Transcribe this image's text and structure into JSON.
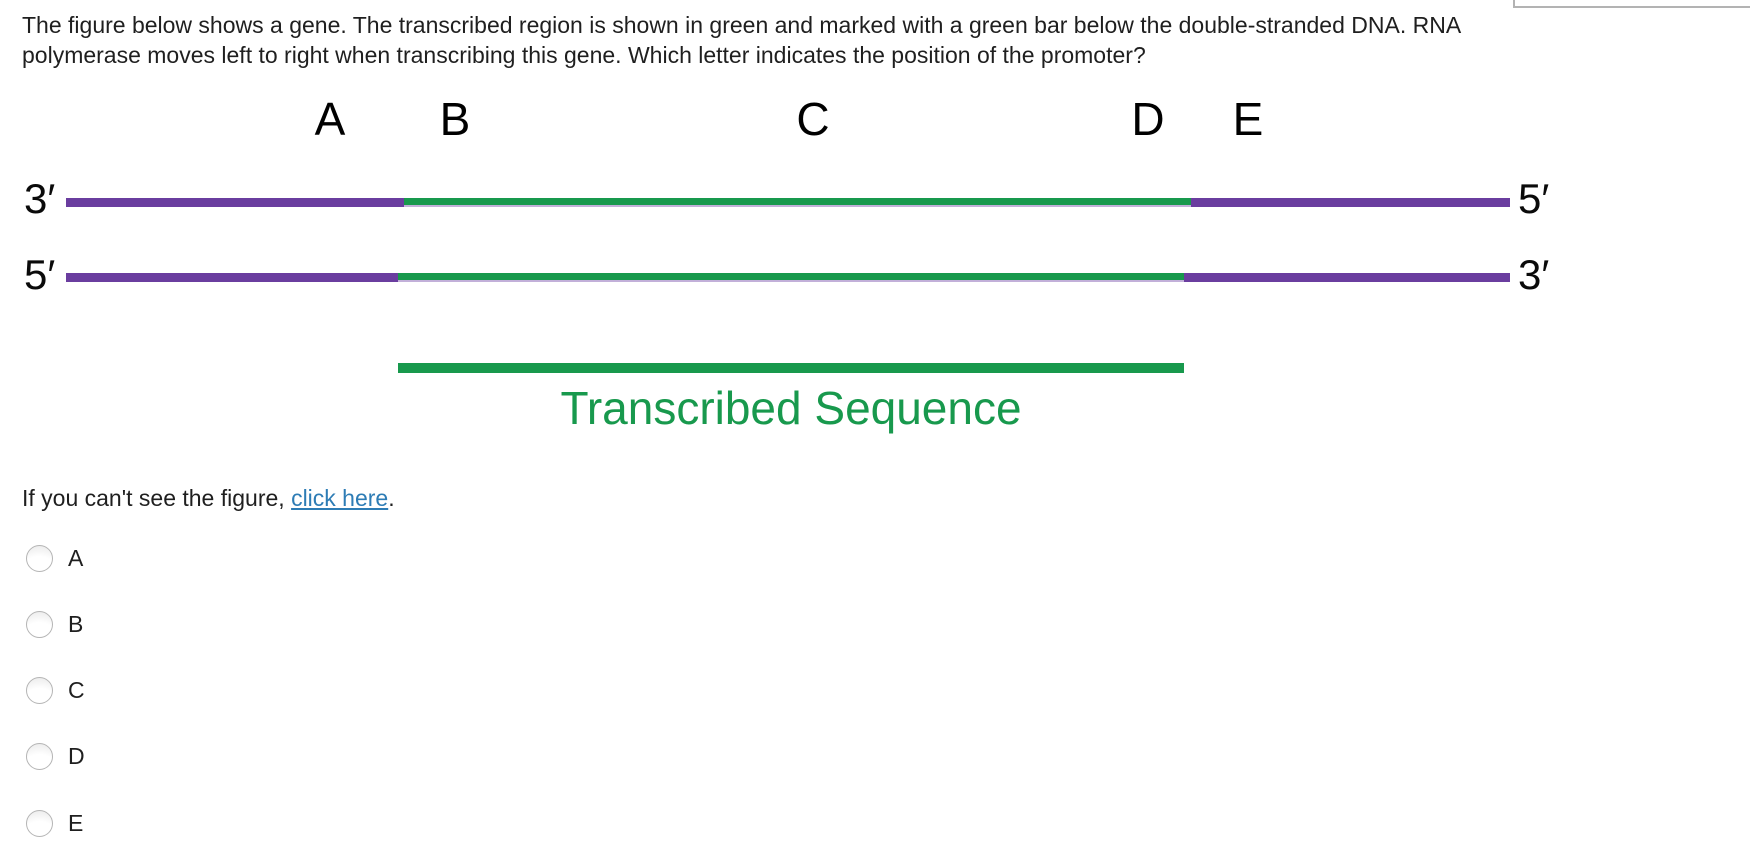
{
  "colors": {
    "purple": "#6a3d9f",
    "green": "#18994d",
    "light_purple": "#c2b0d9",
    "link_blue": "#2d7cb5",
    "text": "#1f1f1f",
    "border_gray": "#b3b3b3"
  },
  "question": {
    "line1": "The figure below shows a gene. The transcribed region is shown in green and marked with a green bar below the double-stranded DNA. RNA",
    "line2": "polymerase moves left to right when transcribing this gene. Which letter indicates the position of the promoter?"
  },
  "figure": {
    "position_labels": [
      {
        "label": "A"
      },
      {
        "label": "B"
      },
      {
        "label": "C"
      },
      {
        "label": "D"
      },
      {
        "label": "E"
      }
    ],
    "top_strand": {
      "left_end": "3′",
      "right_end": "5′"
    },
    "bottom_strand": {
      "left_end": "5′",
      "right_end": "3′"
    },
    "bar_label": "Transcribed Sequence"
  },
  "fallback": {
    "prefix": "If you can't see the figure, ",
    "link_text": "click here",
    "suffix": "."
  },
  "options": [
    {
      "label": "A"
    },
    {
      "label": "B"
    },
    {
      "label": "C"
    },
    {
      "label": "D"
    },
    {
      "label": "E"
    }
  ]
}
